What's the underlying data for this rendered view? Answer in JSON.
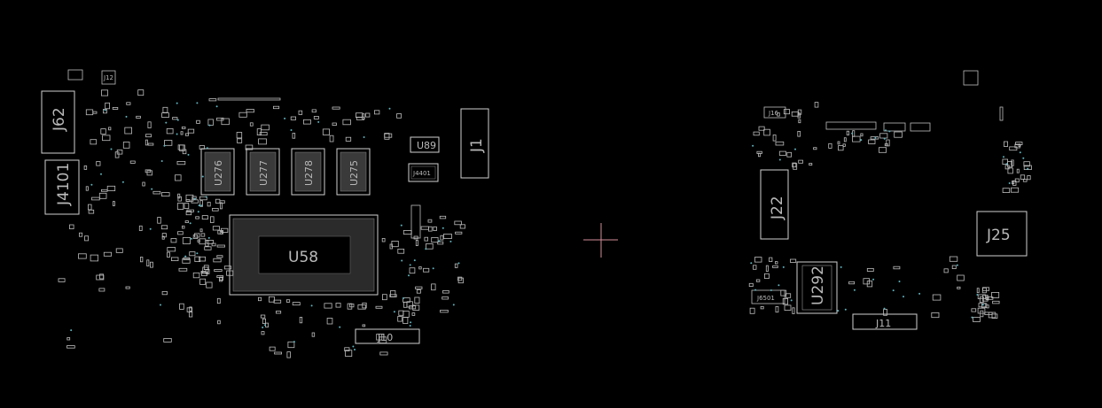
{
  "colors": {
    "background": "#000000",
    "outline": "#c8c8c8",
    "via": "#5fb3bd",
    "crosshair": "#d48e9a"
  },
  "labels": {
    "j62": "J62",
    "j4101": "J4101",
    "j1": "J1",
    "u89": "U89",
    "j4401": "J4401",
    "u58": "U58",
    "j10": "J10",
    "j12": "J12",
    "u276": "U276",
    "u277": "U277",
    "u278": "U278",
    "u275": "U275",
    "j22": "J22",
    "j25": "J25",
    "u292": "U292",
    "j11": "J11",
    "j6501": "J6501",
    "j16": "J16"
  }
}
